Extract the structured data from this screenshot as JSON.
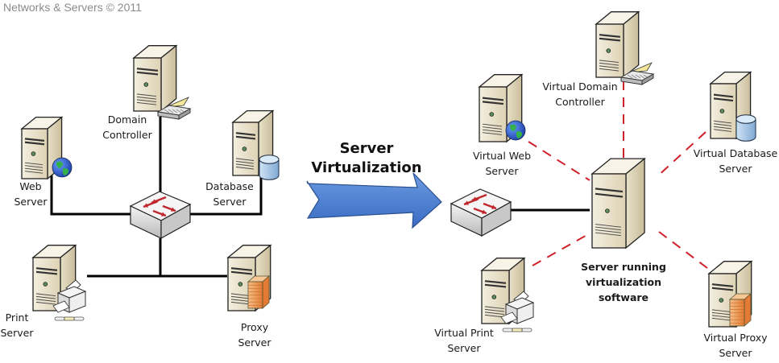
{
  "copyright": "Networks & Servers © 2011",
  "title": {
    "line1": "Server",
    "line2": "Virtualization"
  },
  "colors": {
    "server_body": "#e9e1cc",
    "server_side": "#d4c9aa",
    "server_top": "#f5f1e4",
    "switch_top": "#f2f2f2",
    "switch_arrow": "#c0272d",
    "solid_link": "#000000",
    "virtual_link": "#d0202a",
    "arrow_fill": "#4a7fd0",
    "globe_ocean": "#2a5fd0",
    "globe_land": "#2fa84a",
    "database": "#a9c9e6",
    "firewall": "#f0a060",
    "copyright_text": "#8a8a8a"
  },
  "physical": {
    "switch": {
      "name": "switch",
      "icon": "network-switch"
    },
    "servers": [
      {
        "id": "web",
        "line1": "Web",
        "line2": "Server",
        "badge": "globe"
      },
      {
        "id": "domain",
        "line1": "Domain",
        "line2": "Controller",
        "badge": "keyboard"
      },
      {
        "id": "database",
        "line1": "Database",
        "line2": "Server",
        "badge": "database"
      },
      {
        "id": "print",
        "line1": "Print",
        "line2": "Server",
        "badge": "printer"
      },
      {
        "id": "proxy",
        "line1": "Proxy",
        "line2": "Server",
        "badge": "firewall"
      }
    ]
  },
  "virtual": {
    "switch": {
      "name": "switch",
      "icon": "network-switch"
    },
    "host": {
      "line1": "Server running",
      "line2": "virtualization",
      "line3": "software"
    },
    "servers": [
      {
        "id": "vweb",
        "line1": "Virtual Web",
        "line2": "Server",
        "badge": "globe"
      },
      {
        "id": "vdomain",
        "line1": "Virtual Domain",
        "line2": "Controller",
        "badge": "keyboard"
      },
      {
        "id": "vdatabase",
        "line1": "Virtual Database",
        "line2": "Server",
        "badge": "database"
      },
      {
        "id": "vprint",
        "line1": "Virtual Print",
        "line2": "Server",
        "badge": "printer"
      },
      {
        "id": "vproxy",
        "line1": "Virtual Proxy",
        "line2": "Server",
        "badge": "firewall"
      }
    ]
  }
}
